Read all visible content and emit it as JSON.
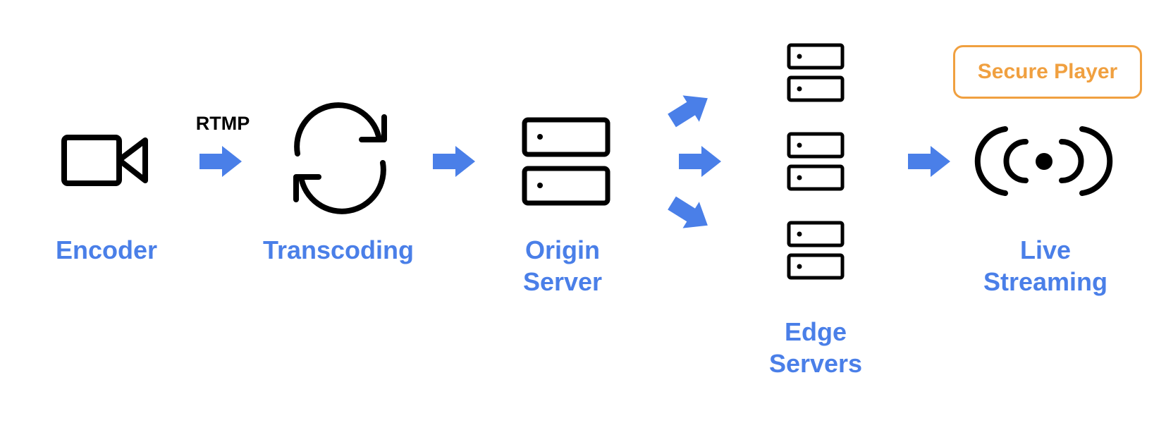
{
  "colors": {
    "accent_blue": "#4a7fe8",
    "accent_orange": "#f0a040",
    "icon_black": "#000000",
    "background": "#ffffff"
  },
  "protocol_label": "RTMP",
  "badge": {
    "label": "Secure Player"
  },
  "nodes": {
    "encoder": {
      "icon": "video-camera-icon",
      "label": [
        "Encoder"
      ]
    },
    "transcoding": {
      "icon": "sync-icon",
      "label": [
        "Transcoding"
      ]
    },
    "origin": {
      "icon": "server-icon",
      "label": [
        "Origin",
        "Server"
      ]
    },
    "edge": {
      "icon": "server-icon",
      "label": [
        "Edge",
        "Servers"
      ]
    },
    "live": {
      "icon": "broadcast-icon",
      "label": [
        "Live",
        "Streaming"
      ]
    }
  }
}
